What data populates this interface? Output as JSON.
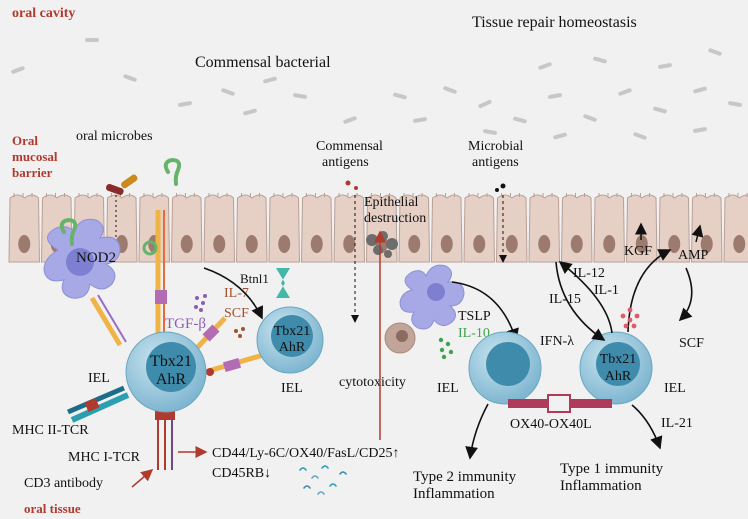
{
  "labels": {
    "oral_cavity": "oral cavity",
    "tissue_repair": "Tissue repair homeostasis",
    "commensal_bacterial": "Commensal bacterial",
    "oral_microbes": "oral microbes",
    "commensal_antigens_1": "Commensal",
    "commensal_antigens_2": "antigens",
    "microbial_antigens_1": "Microbial",
    "microbial_antigens_2": "antigens",
    "barrier_1": "Oral",
    "barrier_2": "mucosal",
    "barrier_3": "barrier",
    "epithelial_1": "Epithelial",
    "epithelial_2": "destruction",
    "nod2": "NOD2",
    "btnl1": "Btnl1",
    "il7": "IL-7",
    "scf_left": "SCF",
    "tgfb": "TGF-β",
    "tbx21": "Tbx21",
    "ahr": "AhR",
    "iel": "IEL",
    "cytotoxicity": "cytotoxicity",
    "tslp": "TSLP",
    "il10": "IL-10",
    "ifn": "IFN-λ",
    "il15": "IL-15",
    "il12": "IL-12",
    "il1": "IL-1",
    "kgf": "KGF",
    "amp": "AMP",
    "scf_right": "SCF",
    "ox40": "OX40-OX40L",
    "il21": "IL-21",
    "mhc2": "MHC II-TCR",
    "mhc1": "MHC I-TCR",
    "cd3": "CD3 antibody",
    "oral_tissue": "oral tissue",
    "markers_1": "CD44/Ly-6C/OX40/FasL/CD25↑",
    "markers_2": "CD45RB↓",
    "type2_1": "Type 2 immunity",
    "type2_2": "Inflammation",
    "type1_1": "Type 1 immunity",
    "type1_2": "Inflammation"
  },
  "colors": {
    "red_label": "#b03a2e",
    "purple": "#8e5bb5",
    "brown": "#a0522d",
    "green": "#3fa34d",
    "cell_blue": "#8fc4dc",
    "nucleus_blue": "#3f8bab",
    "dendritic": "#a7a9e6",
    "epithelium": "#e6cfc4",
    "epi_nucleus": "#9c7b6e"
  }
}
